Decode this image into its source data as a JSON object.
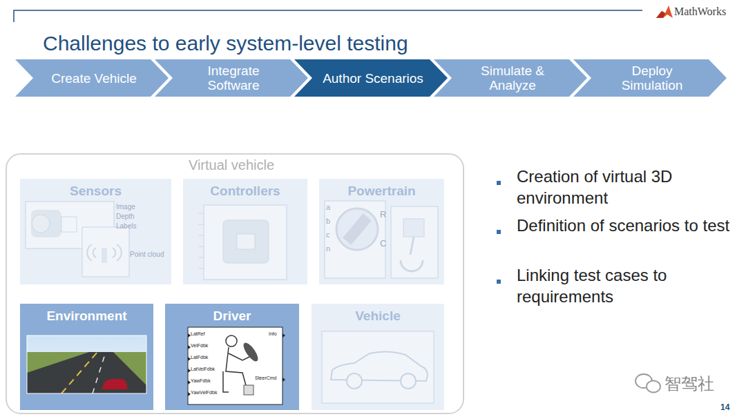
{
  "diagram": {
    "title": "Challenges to early system-level testing",
    "nodes": [
      {
        "text": [
          "Create Vehicle"
        ]
      },
      {
        "text": [
          "Integrate Software"
        ]
      },
      {
        "text": [
          "Author Scenarios"
        ]
      },
      {
        "text": [
          "Simulate & Analyze"
        ]
      },
      {
        "text": [
          "Deploy Simulation"
        ]
      },
      {
        "text": [
          "Virtual vehicle"
        ]
      },
      {
        "text": [
          "Sensors"
        ],
        "in": 5
      },
      {
        "text": [
          "Controllers"
        ],
        "in": 5
      },
      {
        "text": [
          "Powertrain"
        ],
        "in": 5
      },
      {
        "text": [
          "Environment"
        ],
        "in": 5
      },
      {
        "text": [
          "Driver"
        ],
        "in": 5
      },
      {
        "text": [
          "Vehicle"
        ],
        "in": 5
      }
    ],
    "labels": [
      "MathWorks",
      "Creation of virtual 3D environment",
      "Definition of scenarios to test",
      "Linking test cases to requirements",
      "Image",
      "Depth",
      "Labels",
      "Point cloud",
      "a",
      "b",
      "c",
      "n",
      "R",
      "C",
      "LatRef",
      "VelFdbk",
      "LatFdbk",
      "LatVelFdbk",
      "YawFdbk",
      "YawVelFdbk",
      "Info",
      "SteerCmd",
      "智驾社",
      "14"
    ]
  }
}
